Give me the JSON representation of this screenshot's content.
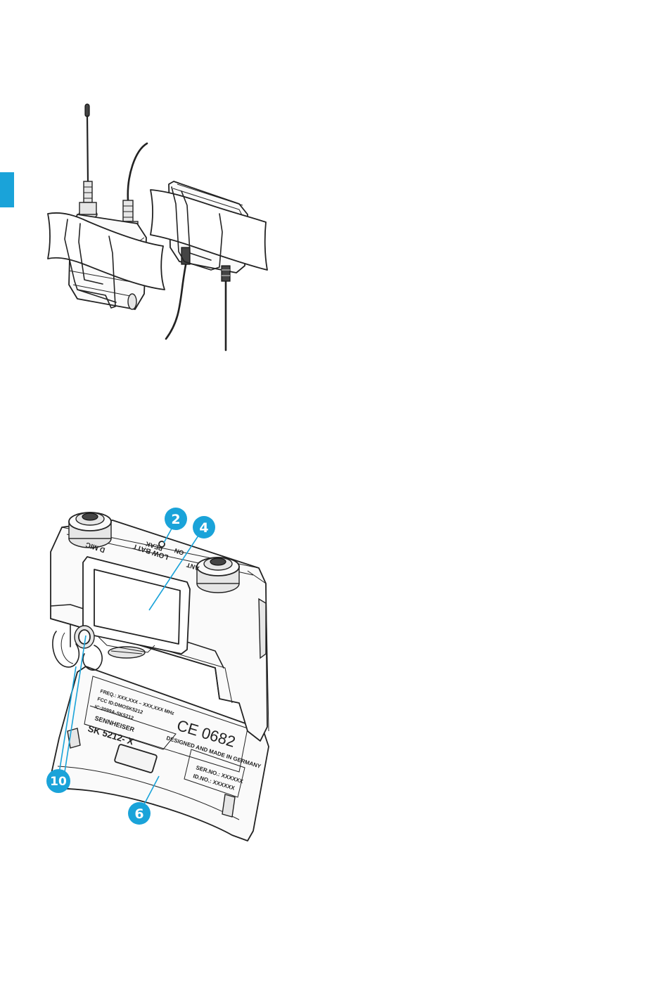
{
  "theme": {
    "accent": "#1aa3d9"
  },
  "device": {
    "port_mic": "D MIC",
    "led_label": "LOW BATT",
    "led_label_2": "ON",
    "led_label_3": "PEAK",
    "port_ant": "ANT",
    "label_freq": "FREQ.:   XXX,XXX  –  XXX,XXX  MHz",
    "label_fcc": "FCC ID:DMOSK5212",
    "label_ic": "IC:2099A-SK5212",
    "label_brand": "SENNHEISER",
    "label_model": "SK 5212-  X",
    "label_ce": "CE 0682",
    "label_made": "DESIGNED AND MADE IN GERMANY",
    "label_ser": "SER.NO.:  XXXXXX",
    "label_id": "ID.NO.:  XXXXXX"
  },
  "callouts": [
    {
      "num": "2",
      "target": "led"
    },
    {
      "num": "4",
      "target": "display"
    },
    {
      "num": "10",
      "target": "battery-release"
    },
    {
      "num": "6",
      "target": "battery-cover"
    }
  ]
}
